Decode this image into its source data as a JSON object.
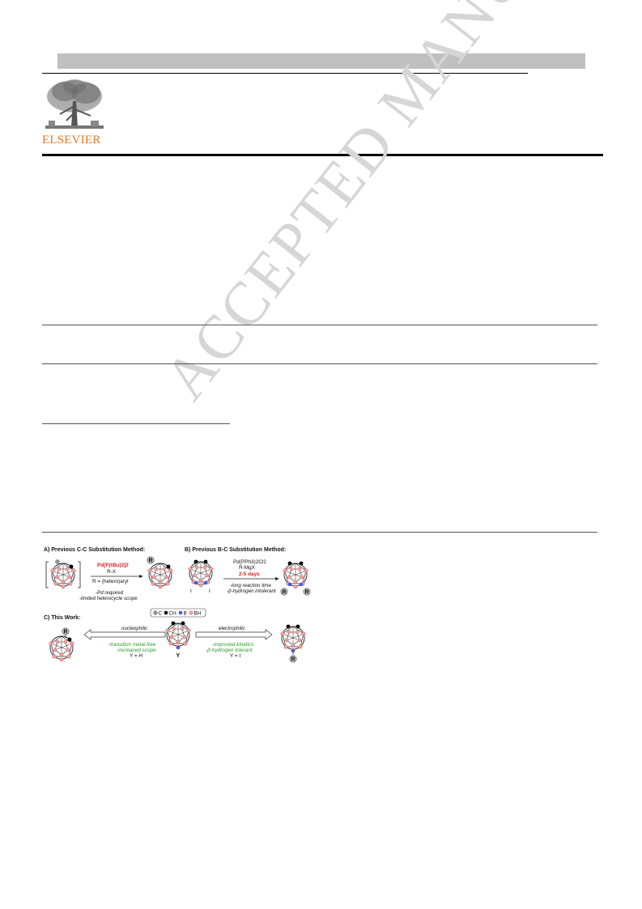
{
  "publisher": {
    "name": "ELSEVIER"
  },
  "watermark": {
    "text": "ACCEPTED MANUSCRIPT"
  },
  "figure": {
    "panel_a": {
      "title": "A) Previous C-C Substitution Method:",
      "catalyst": "Pd[P(tBu)3]2",
      "reagent": "R-X",
      "condition": "R = (hetero)aryl",
      "notes": [
        "-Pd required",
        "-limited heterocycle scope"
      ],
      "substituent": "R"
    },
    "panel_b": {
      "title": "B) Previous B-C Substitution Method:",
      "catalyst": "Pd(PPh3)2Cl2",
      "reagent": "R-MgX",
      "time": "2-5 days",
      "notes": [
        "-long reaction time",
        "-β-hydrogen intolerant"
      ],
      "iodo_left": "I",
      "iodo_right": "I",
      "product_left": "R",
      "product_right": "R"
    },
    "legend": {
      "items": [
        "C",
        "CH",
        "B",
        "BH"
      ],
      "colors": {
        "C": "#9a9a9a",
        "CH": "#000000",
        "B": "#4a5ad8",
        "BH": "#f0a0a0"
      }
    },
    "panel_c": {
      "title": "C) This Work:",
      "left_label": "nucleophilic",
      "left_notes": [
        "-transition metal free",
        "-increased scope"
      ],
      "left_condition": "Y = H",
      "center_label": "Y",
      "right_label": "electrophilic",
      "right_notes": [
        "-improved kinetics",
        "-β-hydrogen tolerant"
      ],
      "right_condition": "Y = I",
      "left_product": "R",
      "right_product": "R"
    }
  }
}
